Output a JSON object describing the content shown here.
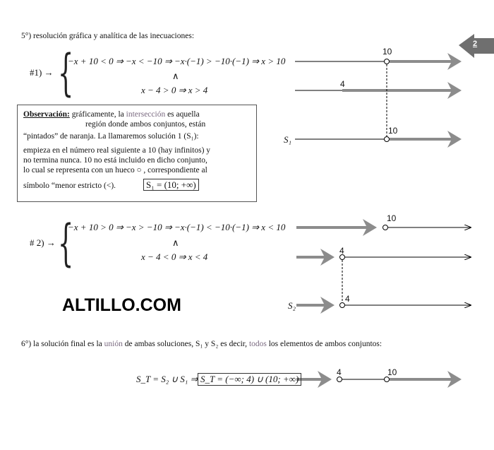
{
  "page_number": "2",
  "colors": {
    "arrow_gray": "#8c8c8c",
    "highlight": "#7a6a80"
  },
  "section5": {
    "heading": "5°) resolución gráfica y analítica de las inecuaciones:",
    "ex1": {
      "label": "#1) →",
      "line1": "−x + 10 < 0 ⇒ −x < −10 ⇒ −x·(−1) > −10·(−1) ⇒ x > 10",
      "and": "∧",
      "line2": "x − 4 > 0 ⇒ x > 4",
      "numline_labels": [
        "10",
        "4",
        "10"
      ],
      "solution_label": "S₁"
    },
    "observation": {
      "title": "Observación:",
      "l1a": " gráficamente, la ",
      "l1b": "intersección",
      "l1c": " es aquella",
      "l2": "región donde ambos conjuntos, están",
      "l3": "“pintados” de naranja. La llamaremos solución 1 (S₁):",
      "l4": "empieza en el número real siguiente a 10 (hay infinitos) y",
      "l5": "no termina nunca.  10 no está incluido en dicho conjunto,",
      "l6": "lo cual se representa con un hueco  ○ , correspondiente al",
      "l7": "símbolo “menor estricto (<).",
      "formula": "S₁ = (10; +∞)"
    },
    "ex2": {
      "label": "# 2) →",
      "line1": "−x + 10 > 0 ⇒ −x > −10 ⇒ −x·(−1) < −10·(−1) ⇒ x < 10",
      "and": "∧",
      "line2": "x − 4 < 0 ⇒ x < 4",
      "numline_labels": [
        "10",
        "4",
        "4"
      ],
      "solution_label": "S₂"
    }
  },
  "watermark": "ALTILLO.COM",
  "section6": {
    "heading_a": "6°) la solución final es la ",
    "heading_b": "unión",
    "heading_c": " de ambas soluciones,  S₁  y  S₂  es decir, ",
    "heading_d": "todos",
    "heading_e": " los elementos de ambos conjuntos:",
    "eq_left": "S_T = S₂ ∪ S₁ ⇒",
    "eq_boxed": "S_T = (−∞; 4) ∪ (10; +∞)",
    "numline_labels": [
      "4",
      "10"
    ]
  }
}
